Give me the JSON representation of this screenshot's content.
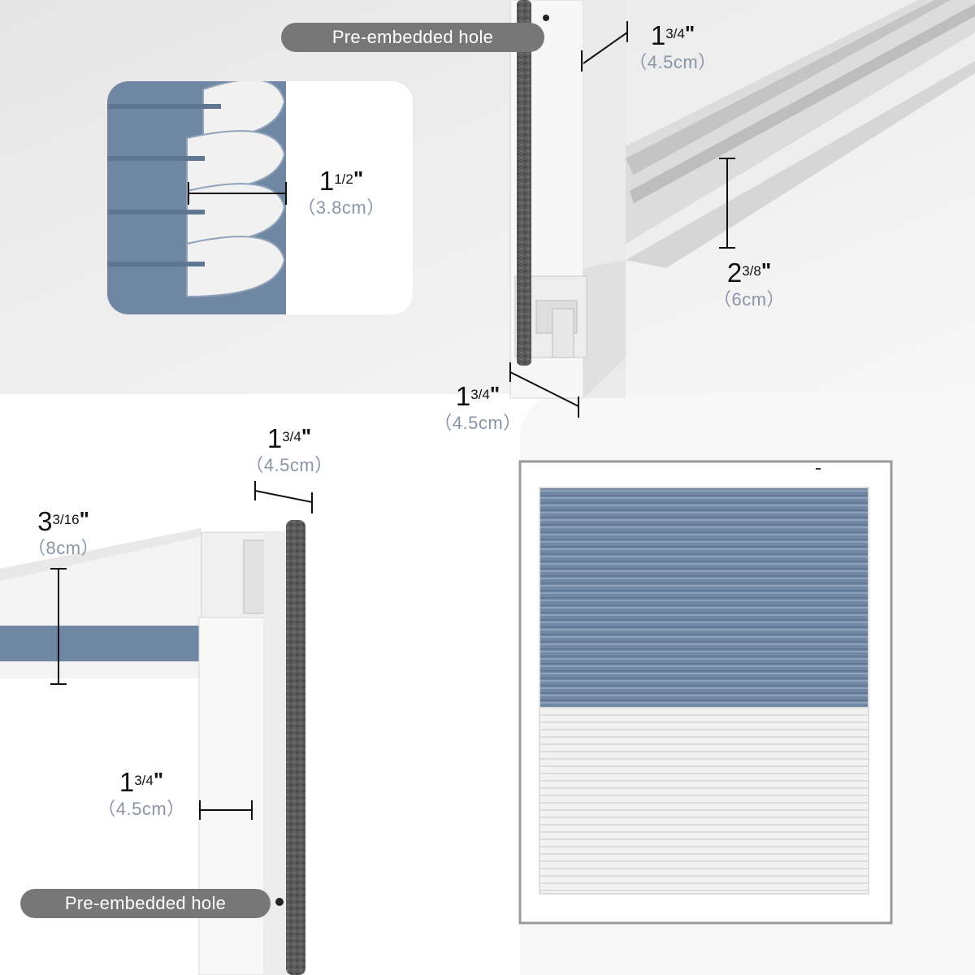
{
  "labels": {
    "top_hole": "Pre-embedded hole",
    "bottom_hole": "Pre-embedded hole"
  },
  "dimensions": {
    "pleat_depth": {
      "whole": "1",
      "fraction": "1/2",
      "mark": "\"",
      "metric": "（3.8cm）"
    },
    "top_frame_width": {
      "whole": "1",
      "fraction": "3/4",
      "mark": "\"",
      "metric": "（4.5cm）"
    },
    "rail_height": {
      "whole": "2",
      "fraction": "3/8",
      "mark": "\"",
      "metric": "（6cm）"
    },
    "corner_depth": {
      "whole": "1",
      "fraction": "3/4",
      "mark": "\"",
      "metric": "（4.5cm）"
    },
    "left_frame_depth": {
      "whole": "1",
      "fraction": "3/4",
      "mark": "\"",
      "metric": "（4.5cm）"
    },
    "headrail_height": {
      "whole": "3",
      "fraction": "3/16",
      "mark": "\"",
      "metric": "（8cm）"
    },
    "side_frame_width": {
      "whole": "1",
      "fraction": "3/4",
      "mark": "\"",
      "metric": "（4.5cm）"
    }
  },
  "colors": {
    "shade_blue": "#6f87a3",
    "frame_white": "#f7f7f7",
    "brush_seal": "#555555",
    "label_pill": "#777777",
    "metric_text": "#8a95a6"
  }
}
